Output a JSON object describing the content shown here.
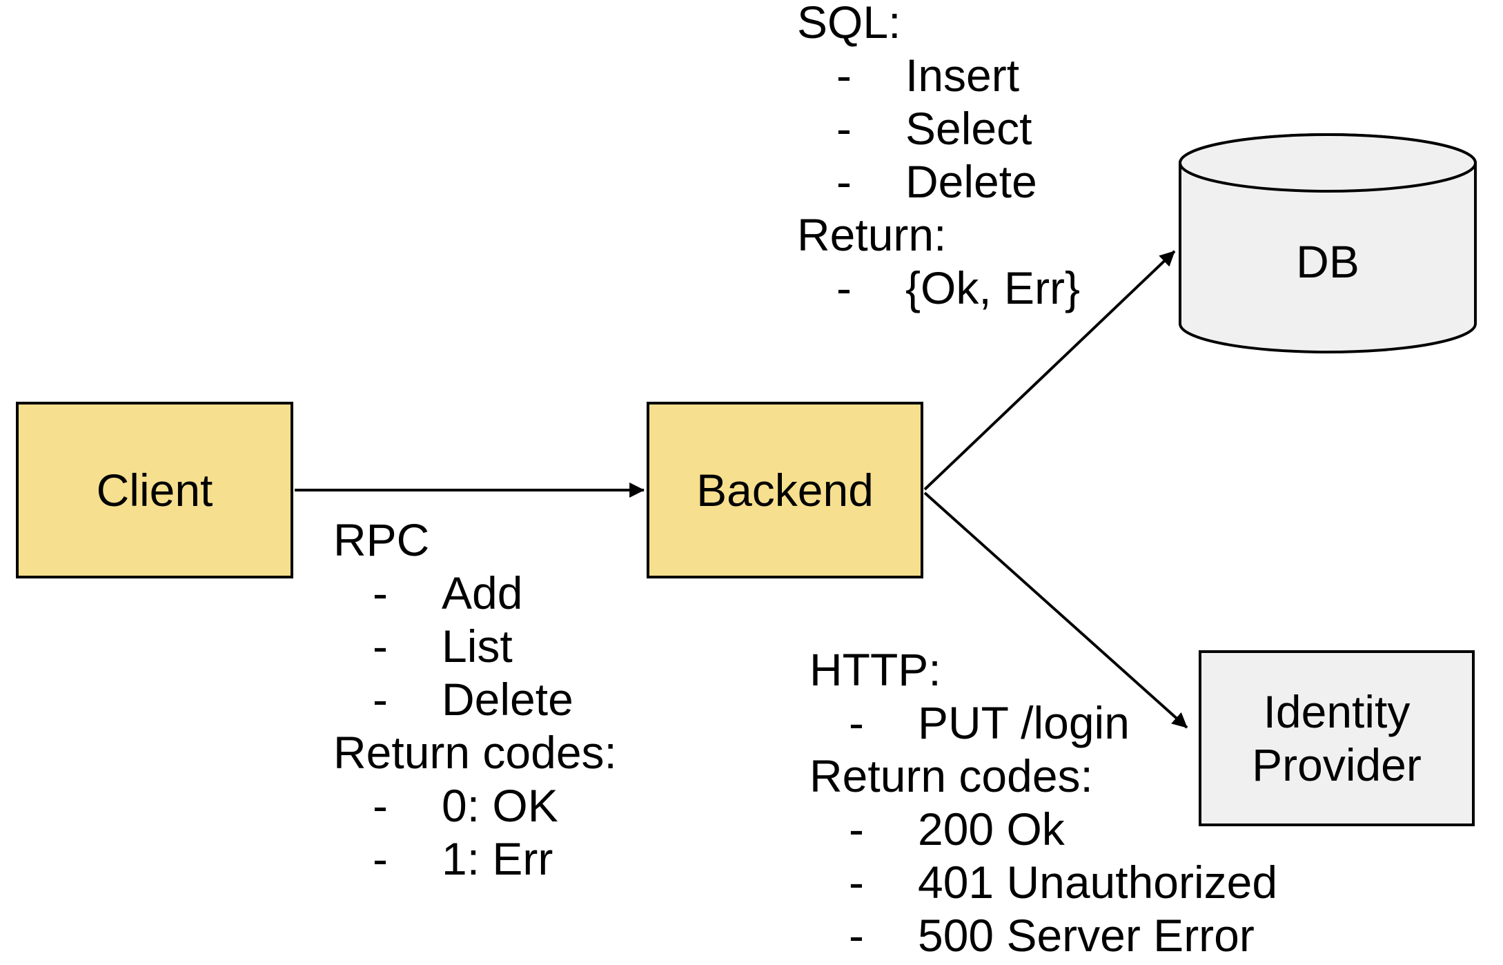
{
  "bullet_char": "-",
  "colors": {
    "node_yellow": "#f6df8e",
    "node_gray": "#f0f0f0",
    "stroke": "#000000",
    "background": "#ffffff"
  },
  "nodes": {
    "client": {
      "label": "Client"
    },
    "backend": {
      "label": "Backend"
    },
    "db": {
      "label": "DB"
    },
    "identity_provider": {
      "label": "Identity Provider"
    }
  },
  "annotations": {
    "rpc": {
      "title": "RPC",
      "bullets_1": [
        "Add",
        "List",
        "Delete"
      ],
      "subtitle": "Return codes:",
      "bullets_2": [
        "0: OK",
        "1: Err"
      ]
    },
    "sql": {
      "title": "SQL:",
      "bullets_1": [
        "Insert",
        "Select",
        "Delete"
      ],
      "subtitle": "Return:",
      "bullets_2": [
        "{Ok, Err}"
      ]
    },
    "http": {
      "title": "HTTP:",
      "bullets_1": [
        "PUT /login"
      ],
      "subtitle": "Return codes:",
      "bullets_2": [
        "200 Ok",
        "401 Unauthorized",
        "500 Server Error"
      ]
    }
  }
}
